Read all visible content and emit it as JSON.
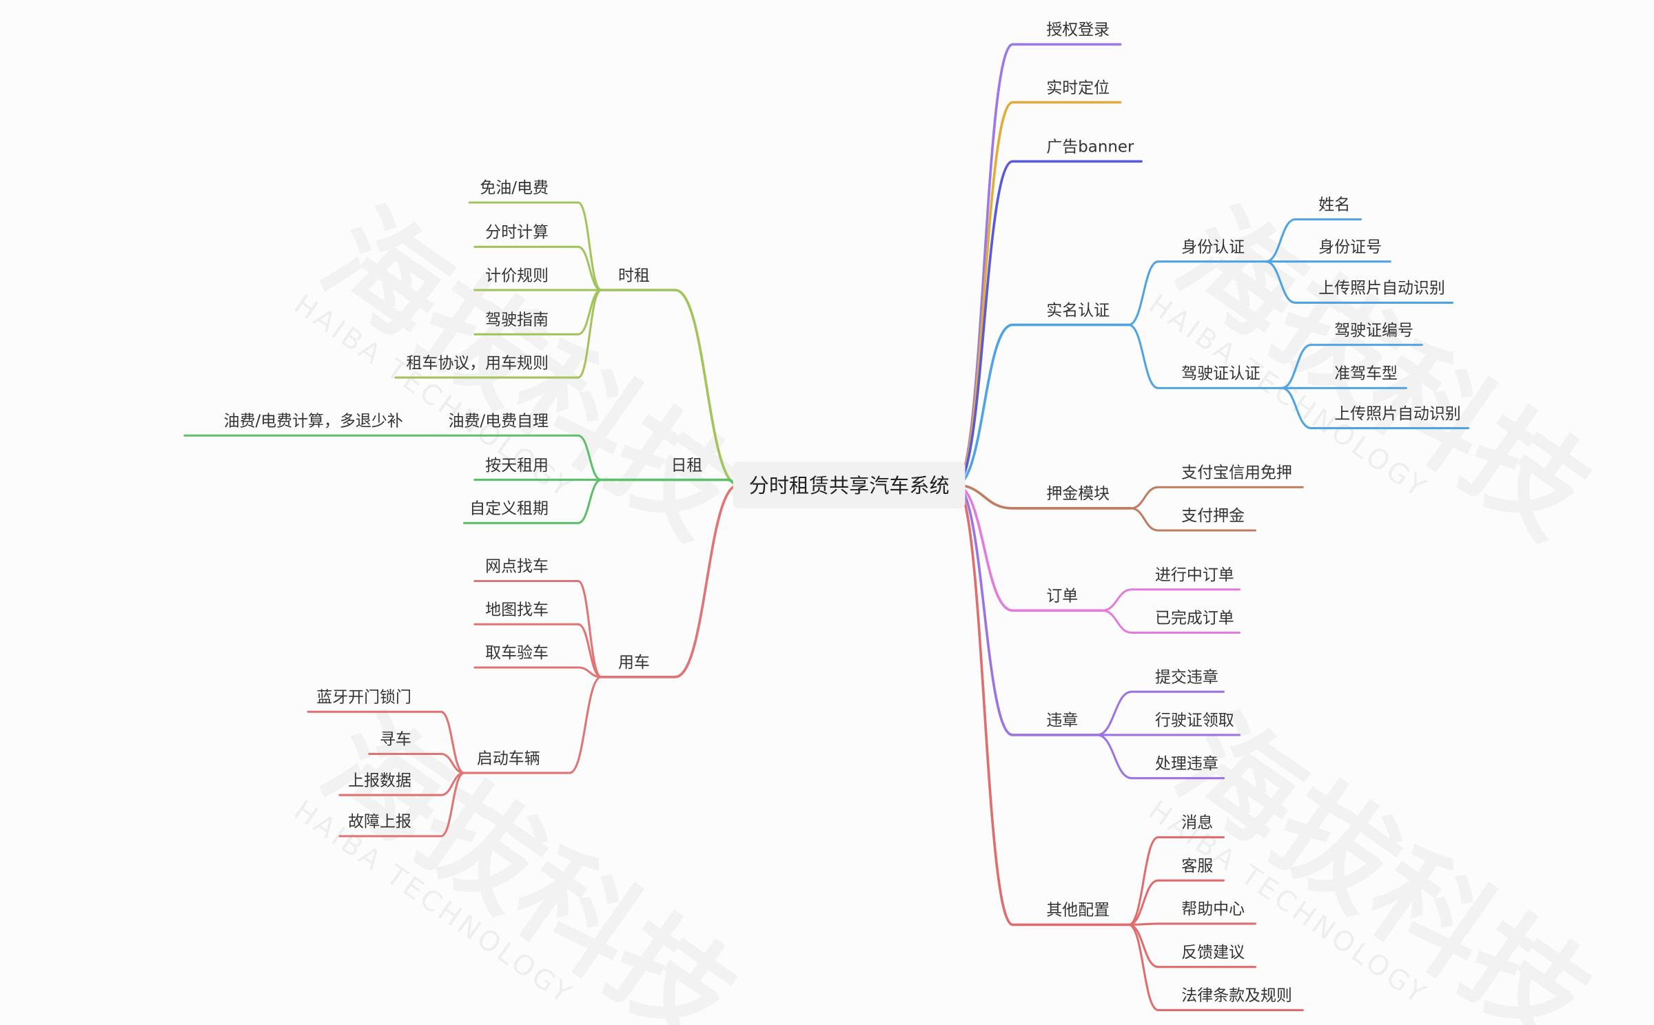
{
  "root": "分时租赁共享汽车系统",
  "watermark": {
    "text_cn": "海拔科技",
    "text_en": "HAIBA TECHNOLOGY"
  },
  "colors": {
    "hourly": "#a3c45c",
    "daily": "#5cbf6a",
    "usage": "#e07474",
    "auth": "#9a78e6",
    "location": "#e2ac3a",
    "banner": "#5a5ad8",
    "realname": "#4fa3e3",
    "deposit": "#c07c62",
    "orders": "#e37bdc",
    "violations": "#9b74e3",
    "others": "#e06d6d"
  },
  "left": [
    {
      "label": "时租",
      "children": [
        {
          "label": "免油/电费"
        },
        {
          "label": "分时计算"
        },
        {
          "label": "计价规则"
        },
        {
          "label": "驾驶指南"
        },
        {
          "label": "租车协议，用车规则"
        }
      ]
    },
    {
      "label": "日租",
      "children": [
        {
          "label": "油费/电费自理",
          "children": [
            {
              "label": "油费/电费计算，多退少补"
            }
          ]
        },
        {
          "label": "按天租用"
        },
        {
          "label": "自定义租期"
        }
      ]
    },
    {
      "label": "用车",
      "children": [
        {
          "label": "网点找车"
        },
        {
          "label": "地图找车"
        },
        {
          "label": "取车验车"
        },
        {
          "label": "启动车辆",
          "children": [
            {
              "label": "蓝牙开门锁门"
            },
            {
              "label": "寻车"
            },
            {
              "label": "上报数据"
            },
            {
              "label": "故障上报"
            }
          ]
        }
      ]
    }
  ],
  "right": [
    {
      "label": "授权登录"
    },
    {
      "label": "实时定位"
    },
    {
      "label": "广告banner"
    },
    {
      "label": "实名认证",
      "children": [
        {
          "label": "身份认证",
          "children": [
            {
              "label": "姓名"
            },
            {
              "label": "身份证号"
            },
            {
              "label": "上传照片自动识别"
            }
          ]
        },
        {
          "label": "驾驶证认证",
          "children": [
            {
              "label": "驾驶证编号"
            },
            {
              "label": "准驾车型"
            },
            {
              "label": "上传照片自动识别"
            }
          ]
        }
      ]
    },
    {
      "label": "押金模块",
      "children": [
        {
          "label": "支付宝信用免押"
        },
        {
          "label": "支付押金"
        }
      ]
    },
    {
      "label": "订单",
      "children": [
        {
          "label": "进行中订单"
        },
        {
          "label": "已完成订单"
        }
      ]
    },
    {
      "label": "违章",
      "children": [
        {
          "label": "提交违章"
        },
        {
          "label": "行驶证领取"
        },
        {
          "label": "处理违章"
        }
      ]
    },
    {
      "label": "其他配置",
      "children": [
        {
          "label": "消息"
        },
        {
          "label": "客服"
        },
        {
          "label": "帮助中心"
        },
        {
          "label": "反馈建议"
        },
        {
          "label": "法律条款及规则"
        }
      ]
    }
  ]
}
